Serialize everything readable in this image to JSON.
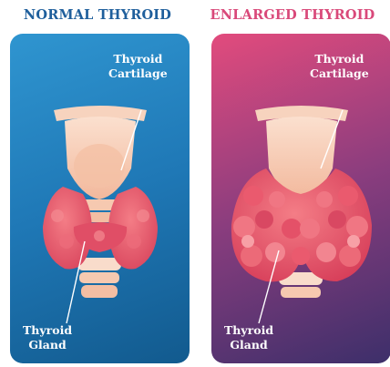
{
  "titles": {
    "normal": "NORMAL THYROID",
    "enlarged": "ENLARGED THYROID"
  },
  "normal_panel": {
    "cartilage_label": [
      "Thyroid",
      "Cartilage"
    ],
    "gland_label": [
      "Thyroid",
      "Gland"
    ]
  },
  "enlarged_panel": {
    "cartilage_label": [
      "Thyroid",
      "Cartilage"
    ],
    "gland_label": [
      "Thyroid",
      "Gland"
    ]
  },
  "colors": {
    "normal_title": "#1f5f9c",
    "enlarged_title": "#d9497a",
    "cartilage": "#f6c9b0",
    "gland": "#e8536b"
  }
}
